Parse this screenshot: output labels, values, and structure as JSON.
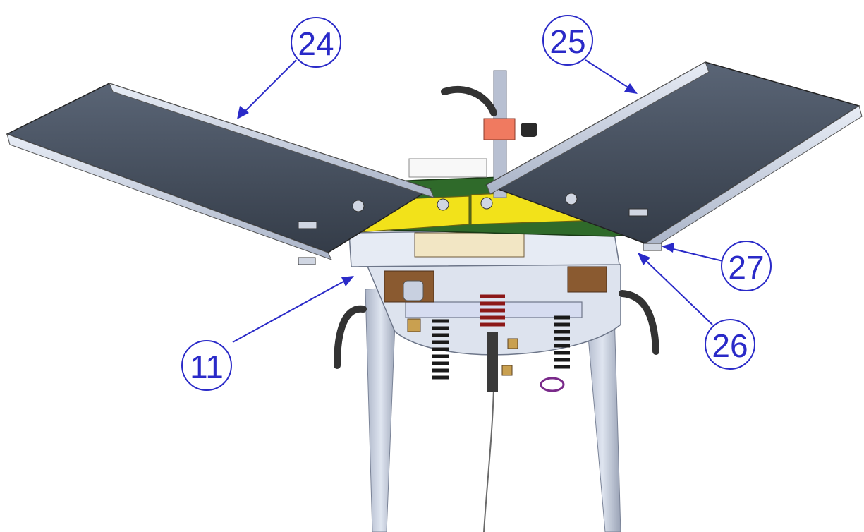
{
  "callouts": [
    {
      "id": "c24",
      "label": "24"
    },
    {
      "id": "c25",
      "label": "25"
    },
    {
      "id": "c27",
      "label": "27"
    },
    {
      "id": "c26",
      "label": "26"
    },
    {
      "id": "c11",
      "label": "11"
    }
  ],
  "colors": {
    "callout": "#2a2ac8",
    "tray_top": "#4a5566",
    "tray_rim": "#c9d2e3",
    "frame_green": "#2f6a2a",
    "plate_yellow": "#f2e21a",
    "steel": "#c8d0e0",
    "dark_handle": "#3a3a3a",
    "spring": "#222222",
    "red_spring": "#a52020",
    "clamp_orange": "#f07a60",
    "brown_block": "#8a5a30",
    "plate_beige": "#f2e6c4"
  }
}
